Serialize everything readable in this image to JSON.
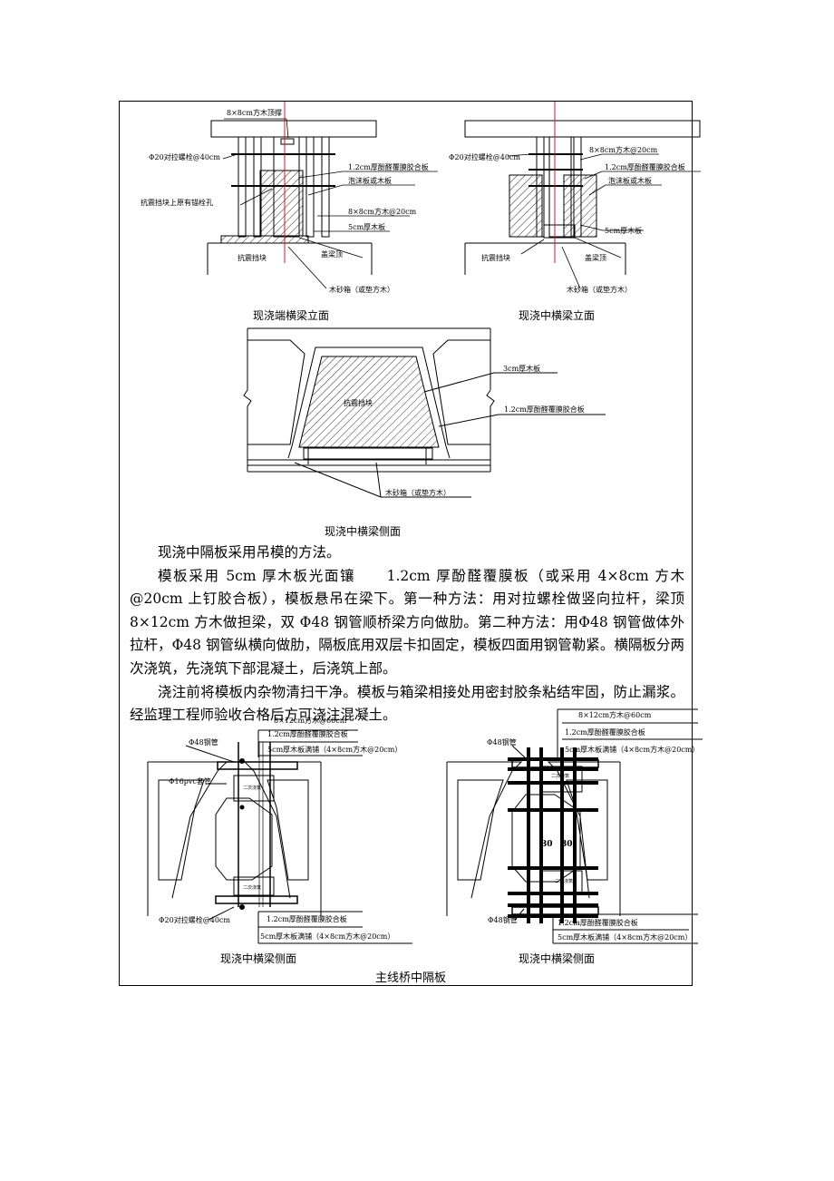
{
  "fig1": {
    "left": {
      "top_brace": "8×8cm方木顶撑",
      "bolt": "Φ20对拉螺栓@40cm",
      "anchor_hole": "抗震挡块上原有锚栓孔",
      "film_board": "1.2cm厚酚醛覆膜胶合板",
      "foam_board": "泡沫板或木板",
      "timber_20": "8×8cm方木@20cm",
      "wood_5cm": "5cm厚木板",
      "seismic_block": "抗震挡块",
      "beam_top": "盖梁顶",
      "sand_box": "木砂箱（或垫方木）",
      "caption": "现浇端横梁立面"
    },
    "right": {
      "bolt": "Φ20对拉螺栓@40cm",
      "timber_20": "8×8cm方木@20cm",
      "film_board": "1.2cm厚酚醛覆膜胶合板",
      "foam_board": "泡沫板或木板",
      "wood_5cm": "5cm厚木板",
      "seismic_block": "抗震挡块",
      "beam_top": "盖梁顶",
      "sand_box": "木砂箱（或垫方木）",
      "caption": "现浇中横梁立面"
    }
  },
  "fig2": {
    "wood_3cm": "3cm厚木板",
    "block": "抗震挡块",
    "film_board": "1.2cm厚酚醛覆膜胶合板",
    "sand_box": "木砂箱（或垫方木）",
    "caption": "现浇中横梁侧面"
  },
  "paragraphs": [
    "现浇中隔板采用吊模的方法。",
    "模板采用 5cm 厚木板光面镶　　1.2cm 厚酚醛覆膜板（或采用 4×8cm 方木@20cm 上钉胶合板），模板悬吊在梁下。第一种方法：用对拉螺栓做竖向拉杆，梁顶 8×12cm 方木做担梁，双 Φ48 钢管顺桥梁方向做肋。第二种方法：用Φ48 钢管做体外拉杆，Φ48 钢管纵横向做肋，隔板底用双层卡扣固定，模板四面用钢管勒紧。横隔板分两次浇筑，先浇筑下部混凝土，后浇筑上部。",
    "浇注前将模板内杂物清扫干净。模板与箱梁相接处用密封胶条粘结牢固，防止漏浆。经监理工程师验收合格后方可浇注混凝土。"
  ],
  "fig3": {
    "left": {
      "timber_top": "8×12cm方木@60cm",
      "film_board": "1.2cm厚酚醛覆膜胶合板",
      "wood_5cm": "5cm厚木板满铺（4×8cm方木@20cm）",
      "pipe48": "Φ48钢管",
      "pvc": "Φ16pvc套管",
      "second_pour": "二次浇筑",
      "bolt": "Φ20对拉螺栓@40cm",
      "film_board_b": "1.2cm厚酚醛覆膜胶合板",
      "wood_5cm_b": "5cm厚木板满铺（4×8cm方木@20cm）",
      "caption": "现浇中横梁侧面"
    },
    "right": {
      "timber_top": "8×12cm方木@60cm",
      "film_board": "1.2cm厚酚醛覆膜胶合板",
      "wood_5cm": "5cm厚木板满铺（4×8cm方木@20cm）",
      "pipe48": "Φ48钢管",
      "second_pour": "二次浇筑",
      "dim_a": "30",
      "dim_b": "30",
      "pipe48_b": "Φ48钢管",
      "film_board_b": "1.2cm厚酚醛覆膜胶合板",
      "wood_5cm_b": "5cm厚木板满铺（4×8cm方木@20cm）",
      "caption": "现浇中横梁侧面"
    }
  },
  "main_caption": "主线桥中隔板"
}
